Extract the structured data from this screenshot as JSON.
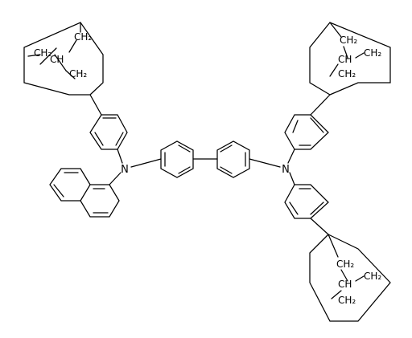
{
  "atom_labels": {
    "n_left": "N",
    "n_right": "N",
    "ch2": "CH2",
    "ch": "CH",
    "ch2_html": "CH₂"
  },
  "colors": {
    "bond": "#000000",
    "background": "#ffffff"
  }
}
